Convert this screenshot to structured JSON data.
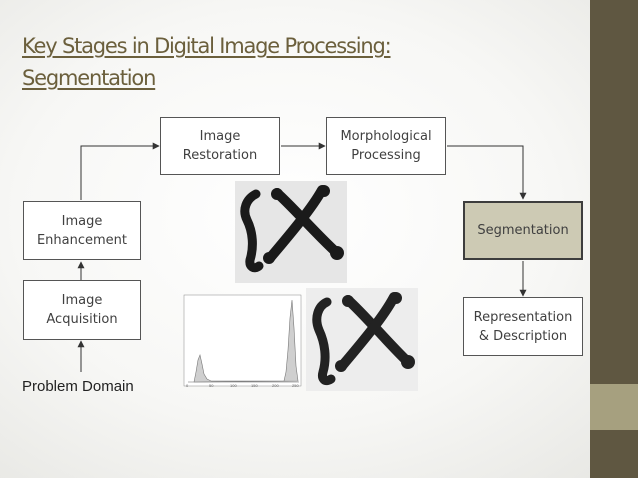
{
  "title": {
    "line1": "Key Stages in Digital Image Processing:",
    "line2": "Segmentation"
  },
  "boxes": {
    "image_restoration": "Image\nRestoration",
    "morphological_processing": "Morphological\nProcessing",
    "image_enhancement": "Image\nEnhancement",
    "segmentation": "Segmentation",
    "image_acquisition": "Image\nAcquisition",
    "representation_description": "Representation\n& Description"
  },
  "problem_domain": "Problem Domain",
  "colors": {
    "title": "#6b5f3c",
    "sidebar": "#5f5741",
    "sidebar_accent": "#a6a07f",
    "highlight_box": "#cdcab4"
  }
}
